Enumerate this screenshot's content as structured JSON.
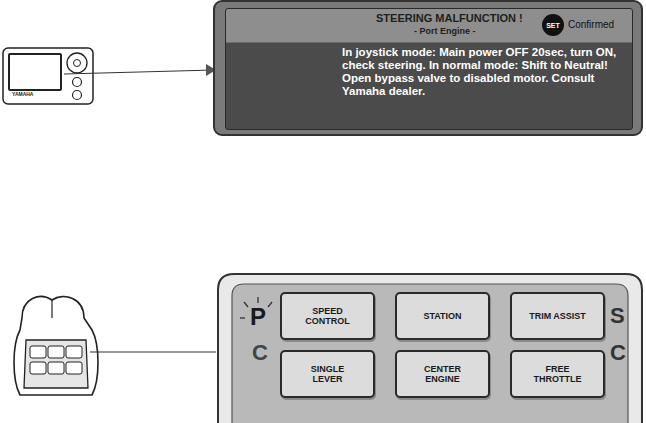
{
  "diagram": {
    "nodes": [
      {
        "text": [
          "STEERING MALFUNCTION !",
          "- Port Engine -",
          "In joystick mode: Main power OFF 20sec, turn ON, check steering. In normal mode: Shift to Neutral! Open bypass valve to disabled motor. Consult Yamaha dealer."
        ]
      },
      {
        "text": [
          "SET"
        ],
        "in": 0
      },
      {
        "text": [
          "SPEED CONTROL"
        ]
      },
      {
        "text": [
          "STATION"
        ]
      },
      {
        "text": [
          "TRIM ASSIST"
        ]
      },
      {
        "text": [
          "SINGLE LEVER"
        ]
      },
      {
        "text": [
          "CENTER ENGINE"
        ]
      },
      {
        "text": [
          "FREE THROTTLE"
        ]
      }
    ],
    "labels": [
      "YAMAHA",
      "Confirmed",
      "P",
      "C",
      "S",
      "C"
    ]
  }
}
